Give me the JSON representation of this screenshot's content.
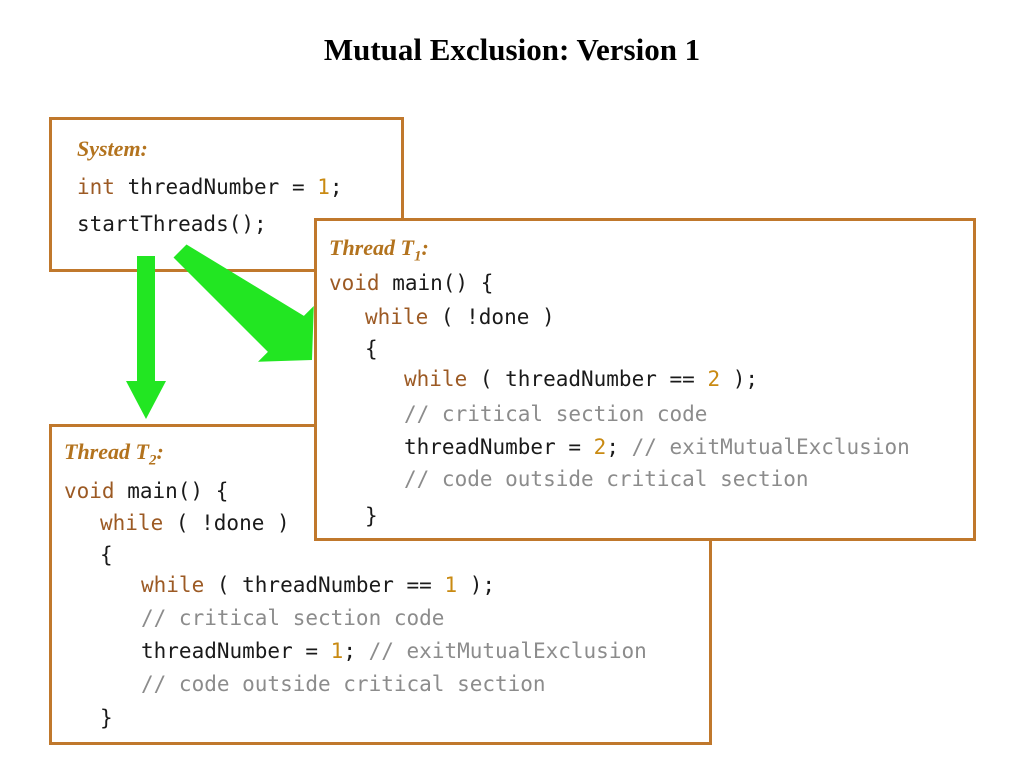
{
  "title": "Mutual Exclusion: Version 1",
  "system": {
    "header": "System:",
    "line1": {
      "type": "int",
      "var": " threadNumber = ",
      "num": "1",
      "end": ";"
    },
    "line2": "startThreads();"
  },
  "t2": {
    "header_prefix": "Thread T",
    "header_sub": "2",
    "header_suffix": ":",
    "l1_kw": "void",
    "l1_rest": " main() {",
    "l2_kw": "while",
    "l2_rest": " ( !done )",
    "l3": "{",
    "l4_kw": "while",
    "l4_mid": " ( threadNumber == ",
    "l4_num": "1",
    "l4_end": " );",
    "l5": "// critical section code",
    "l6_var": "threadNumber = ",
    "l6_num": "1",
    "l6_semi": ";",
    "l6_cm": " // exitMutualExclusion",
    "l7": "// code outside critical section",
    "l8": "}"
  },
  "t1": {
    "header_prefix": "Thread T",
    "header_sub": "1",
    "header_suffix": ":",
    "l1_kw": "void",
    "l1_rest": " main() {",
    "l2_kw": "while",
    "l2_rest": " ( !done )",
    "l3": "{",
    "l4_kw": "while",
    "l4_mid": " ( threadNumber == ",
    "l4_num": "2",
    "l4_end": " );",
    "l5": "// critical section code",
    "l6_var": "threadNumber = ",
    "l6_num": "2",
    "l6_semi": ";",
    "l6_cm": " // exitMutualExclusion",
    "l7": "// code outside critical section",
    "l8": "}"
  },
  "colors": {
    "box_border": "#c0782c",
    "header": "#b3731e",
    "keyword": "#9c5a24",
    "number": "#c98a12",
    "comment": "#8c8c8c",
    "arrow": "#22e622"
  }
}
